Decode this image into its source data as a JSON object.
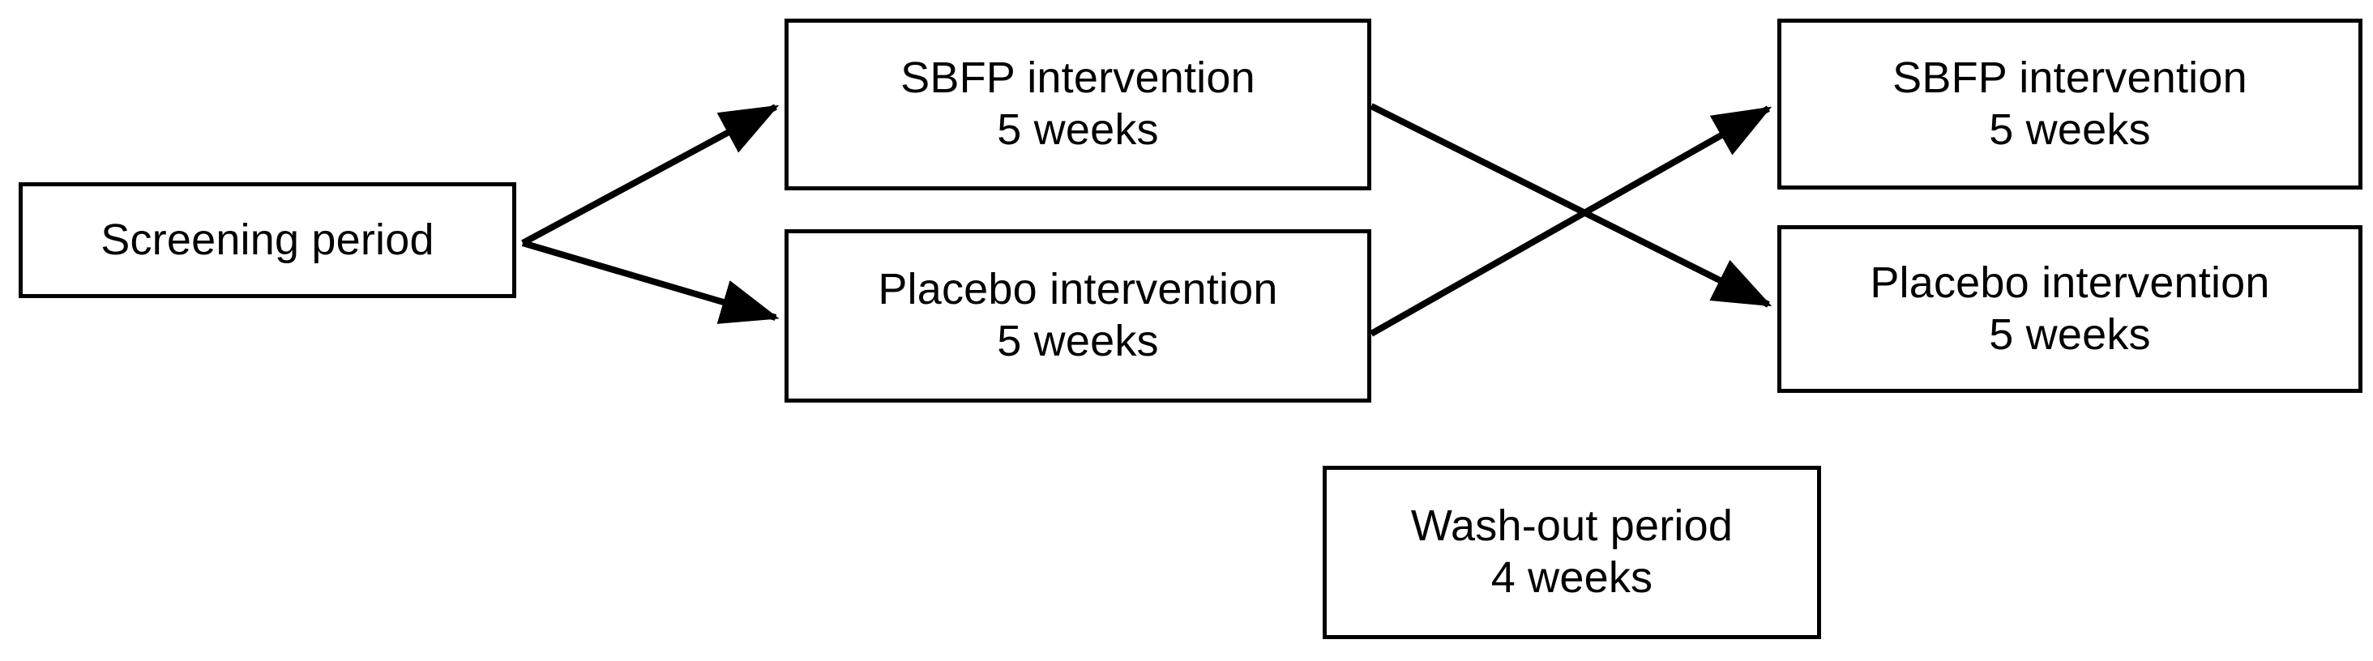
{
  "diagram": {
    "title": "Crossover study design flow diagram",
    "background_color": "#ffffff",
    "stroke_color": "#000000",
    "text_color": "#000000",
    "nodes": {
      "screening": {
        "line1": "Screening period",
        "line2": ""
      },
      "mid_sbfp": {
        "line1": "SBFP intervention",
        "line2": "5 weeks"
      },
      "mid_placebo": {
        "line1": "Placebo intervention",
        "line2": "5 weeks"
      },
      "right_sbfp": {
        "line1": "SBFP intervention",
        "line2": "5 weeks"
      },
      "right_placebo": {
        "line1": "Placebo intervention",
        "line2": "5 weeks"
      },
      "washout": {
        "line1": "Wash-out period",
        "line2": "4 weeks"
      }
    },
    "edges": [
      {
        "name": "screening-to-sbfp",
        "from": "screening",
        "to": "mid_sbfp",
        "arrow": true
      },
      {
        "name": "screening-to-placebo",
        "from": "screening",
        "to": "mid_placebo",
        "arrow": true
      },
      {
        "name": "mid-sbfp-to-right-placebo",
        "from": "mid_sbfp",
        "to": "right_placebo",
        "arrow": true
      },
      {
        "name": "mid-placebo-to-right-sbfp",
        "from": "mid_placebo",
        "to": "right_sbfp",
        "arrow": true
      }
    ]
  }
}
